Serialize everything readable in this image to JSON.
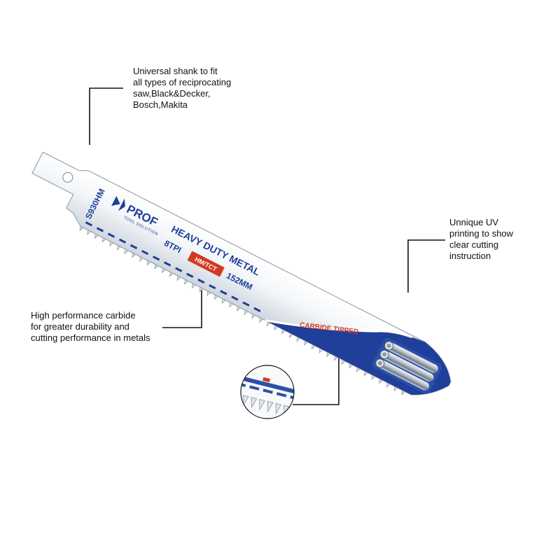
{
  "callouts": {
    "shank": [
      "Universal shank to fit",
      "all types of reciprocating",
      "saw,Black&Decker,",
      "Bosch,Makita"
    ],
    "uv": [
      "Unnique UV",
      "printing to show",
      "clear cutting",
      "instruction"
    ],
    "carbide": [
      "High performance carbide",
      "for greater durability and",
      "cutting performance in metals"
    ]
  },
  "blade": {
    "model": "S930HM",
    "brand": "PROF",
    "brand_sub": "TOOL SOLUTION",
    "title": "HEAVY DUTY METAL",
    "tpi": "8TPI",
    "badge": "HM/TCT",
    "length": "152MM",
    "ribbon": "CARBIDE TIPPED"
  },
  "colors": {
    "blue": "#1f3f9a",
    "red": "#d23a22",
    "steel": "#e9edf2",
    "line": "#111111"
  }
}
